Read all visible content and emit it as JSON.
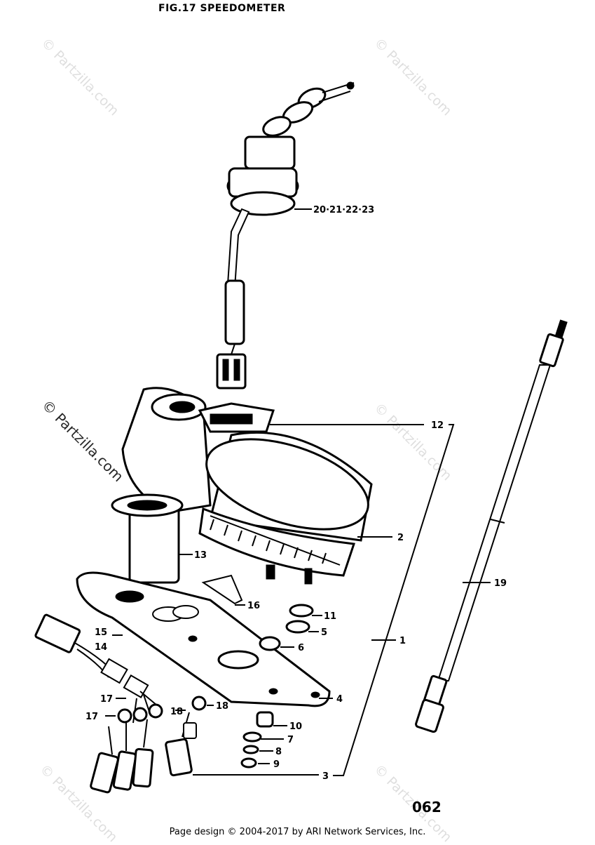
{
  "header": {
    "title": "FIG.17  SPEEDOMETER"
  },
  "page_number": "062",
  "footer": "Page design © 2004-2017 by ARI Network Services, Inc.",
  "watermark": {
    "text": "© Partzilla.com"
  },
  "callouts": {
    "c1": "1",
    "c2": "2",
    "c3": "3",
    "c4": "4",
    "c5": "5",
    "c6": "6",
    "c7": "7",
    "c8": "8",
    "c9": "9",
    "c10": "10",
    "c11": "11",
    "c12": "12",
    "c13": "13",
    "c14": "14",
    "c15": "15",
    "c16": "16",
    "c17a": "17",
    "c17b": "17",
    "c18a": "18",
    "c18b": "18",
    "c19": "19",
    "c20": "20·21·22·23"
  }
}
